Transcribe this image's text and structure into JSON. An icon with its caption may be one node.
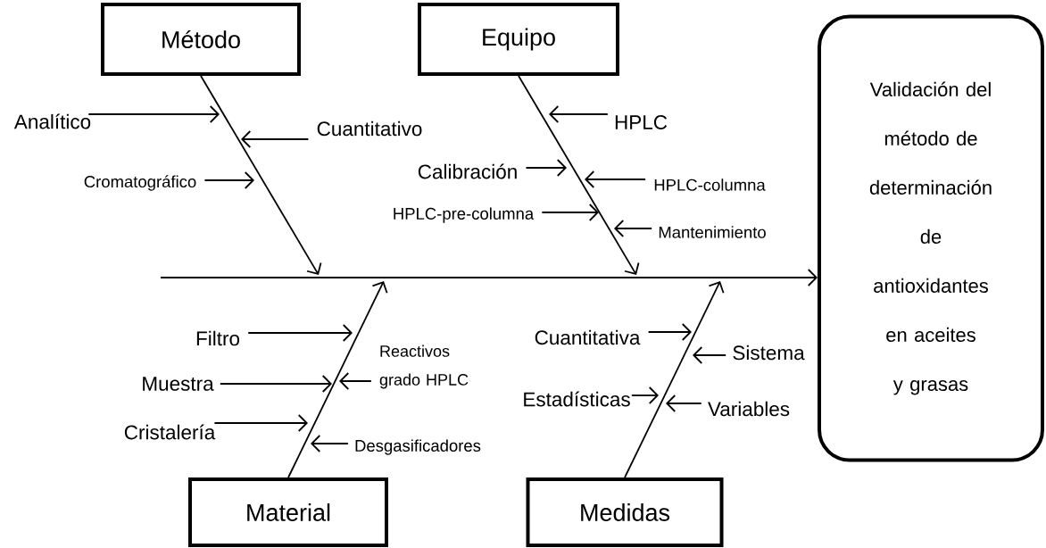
{
  "diagram": {
    "nodes": [
      {
        "text": [
          "Método"
        ]
      },
      {
        "text": [
          "Equipo"
        ]
      },
      {
        "text": [
          "Material"
        ]
      },
      {
        "text": [
          "Medidas"
        ]
      },
      {
        "text": [
          "Validación del método de determinación de antioxidantes en aceites y grasas"
        ]
      },
      {
        "text": [
          "Analítico"
        ]
      },
      {
        "text": [
          "Cuantitativo"
        ]
      },
      {
        "text": [
          "Cromatográfico"
        ]
      },
      {
        "text": [
          "HPLC"
        ]
      },
      {
        "text": [
          "Calibración"
        ]
      },
      {
        "text": [
          "HPLC-columna"
        ]
      },
      {
        "text": [
          "HPLC-pre-columna"
        ]
      },
      {
        "text": [
          "Mantenimiento"
        ]
      },
      {
        "text": [
          "Filtro"
        ]
      },
      {
        "text": [
          "Reactivos grado HPLC"
        ]
      },
      {
        "text": [
          "Muestra"
        ]
      },
      {
        "text": [
          "Cristalería"
        ]
      },
      {
        "text": [
          "Desgasificadores"
        ]
      },
      {
        "text": [
          "Cuantitativa"
        ]
      },
      {
        "text": [
          "Sistema"
        ]
      },
      {
        "text": [
          "Estadísticas"
        ]
      },
      {
        "text": [
          "Variables"
        ]
      }
    ],
    "edges": [
      {
        "from": 0,
        "to": null,
        "arrow": "to"
      },
      {
        "from": 1,
        "to": null,
        "arrow": "to"
      },
      {
        "from": 2,
        "to": null,
        "arrow": "to"
      },
      {
        "from": 3,
        "to": null,
        "arrow": "to"
      },
      {
        "from": null,
        "to": 4,
        "arrow": "to"
      },
      {
        "from": 5,
        "to": null,
        "arrow": "to"
      },
      {
        "from": 6,
        "to": null,
        "arrow": "to"
      },
      {
        "from": 7,
        "to": null,
        "arrow": "to"
      },
      {
        "from": 8,
        "to": null,
        "arrow": "to"
      },
      {
        "from": 9,
        "to": null,
        "arrow": "to"
      },
      {
        "from": 10,
        "to": null,
        "arrow": "to"
      },
      {
        "from": 11,
        "to": null,
        "arrow": "to"
      },
      {
        "from": 12,
        "to": null,
        "arrow": "to"
      },
      {
        "from": 13,
        "to": null,
        "arrow": "to"
      },
      {
        "from": 14,
        "to": null,
        "arrow": "to"
      },
      {
        "from": 15,
        "to": null,
        "arrow": "to"
      },
      {
        "from": 16,
        "to": null,
        "arrow": "to"
      },
      {
        "from": 17,
        "to": null,
        "arrow": "to"
      },
      {
        "from": 18,
        "to": null,
        "arrow": "to"
      },
      {
        "from": 19,
        "to": null,
        "arrow": "to"
      },
      {
        "from": 20,
        "to": null,
        "arrow": "to"
      },
      {
        "from": 21,
        "to": null,
        "arrow": "to"
      }
    ]
  }
}
